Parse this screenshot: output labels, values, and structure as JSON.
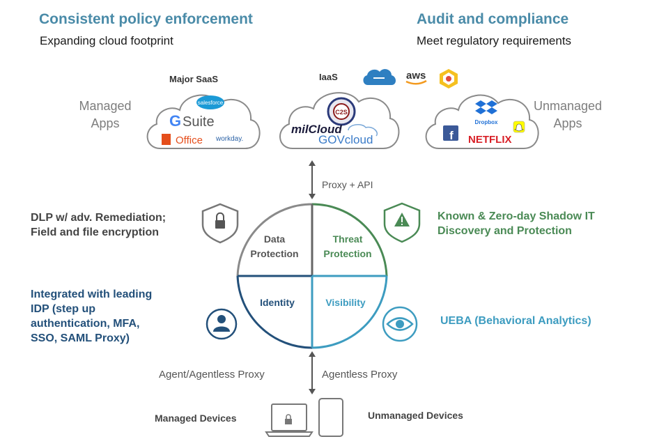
{
  "header": {
    "left_title": "Consistent policy enforcement",
    "left_subtitle": "Expanding cloud footprint",
    "right_title": "Audit and compliance",
    "right_subtitle": "Meet regulatory requirements"
  },
  "clouds": {
    "managed_label": "Managed\nApps",
    "unmanaged_label": "Unmanaged\nApps",
    "saas": {
      "caption": "Major SaaS",
      "logos": [
        "salesforce",
        "G Suite",
        "Office",
        "workday."
      ]
    },
    "iaas": {
      "caption": "IaaS",
      "logos": [
        "C2S",
        "milCloud",
        "GOVcloud",
        "aws"
      ],
      "provider_icons": [
        "azure-cloud-icon",
        "aws-logo-icon",
        "google-cloud-icon"
      ]
    },
    "unmanaged": {
      "logos": [
        "Dropbox",
        "NETFLIX"
      ],
      "icons": [
        "dropbox-icon",
        "facebook-icon",
        "snapchat-icon"
      ]
    }
  },
  "connectors": {
    "top": "Proxy + API",
    "bottom_left": "Agent/Agentless Proxy",
    "bottom_right": "Agentless Proxy"
  },
  "quadrants": {
    "data_protection": {
      "line1": "Data",
      "line2": "Protection",
      "color": "#555555"
    },
    "threat_protection": {
      "line1": "Threat",
      "line2": "Protection",
      "color": "#4a8a55"
    },
    "identity": {
      "label": "Identity",
      "color": "#23507a"
    },
    "visibility": {
      "label": "Visibility",
      "color": "#3d9cc0"
    }
  },
  "features": {
    "dlp": {
      "lines": [
        "DLP w/ adv. Remediation;",
        "Field and file encryption"
      ],
      "color": "#444444",
      "icon": "lock-shield-icon"
    },
    "shadow_it": {
      "lines": [
        "Known & Zero-day Shadow IT",
        "Discovery and Protection"
      ],
      "color": "#4a8a55",
      "icon": "warning-shield-icon"
    },
    "idp": {
      "lines": [
        "Integrated with leading",
        "IDP (step up",
        "authentication, MFA,",
        "SSO, SAML Proxy)"
      ],
      "color": "#23507a",
      "icon": "user-icon"
    },
    "ueba": {
      "lines": [
        "UEBA (Behavioral Analytics)"
      ],
      "color": "#3d9cc0",
      "icon": "eye-icon"
    }
  },
  "devices": {
    "managed": "Managed Devices",
    "unmanaged": "Unmanaged Devices"
  }
}
